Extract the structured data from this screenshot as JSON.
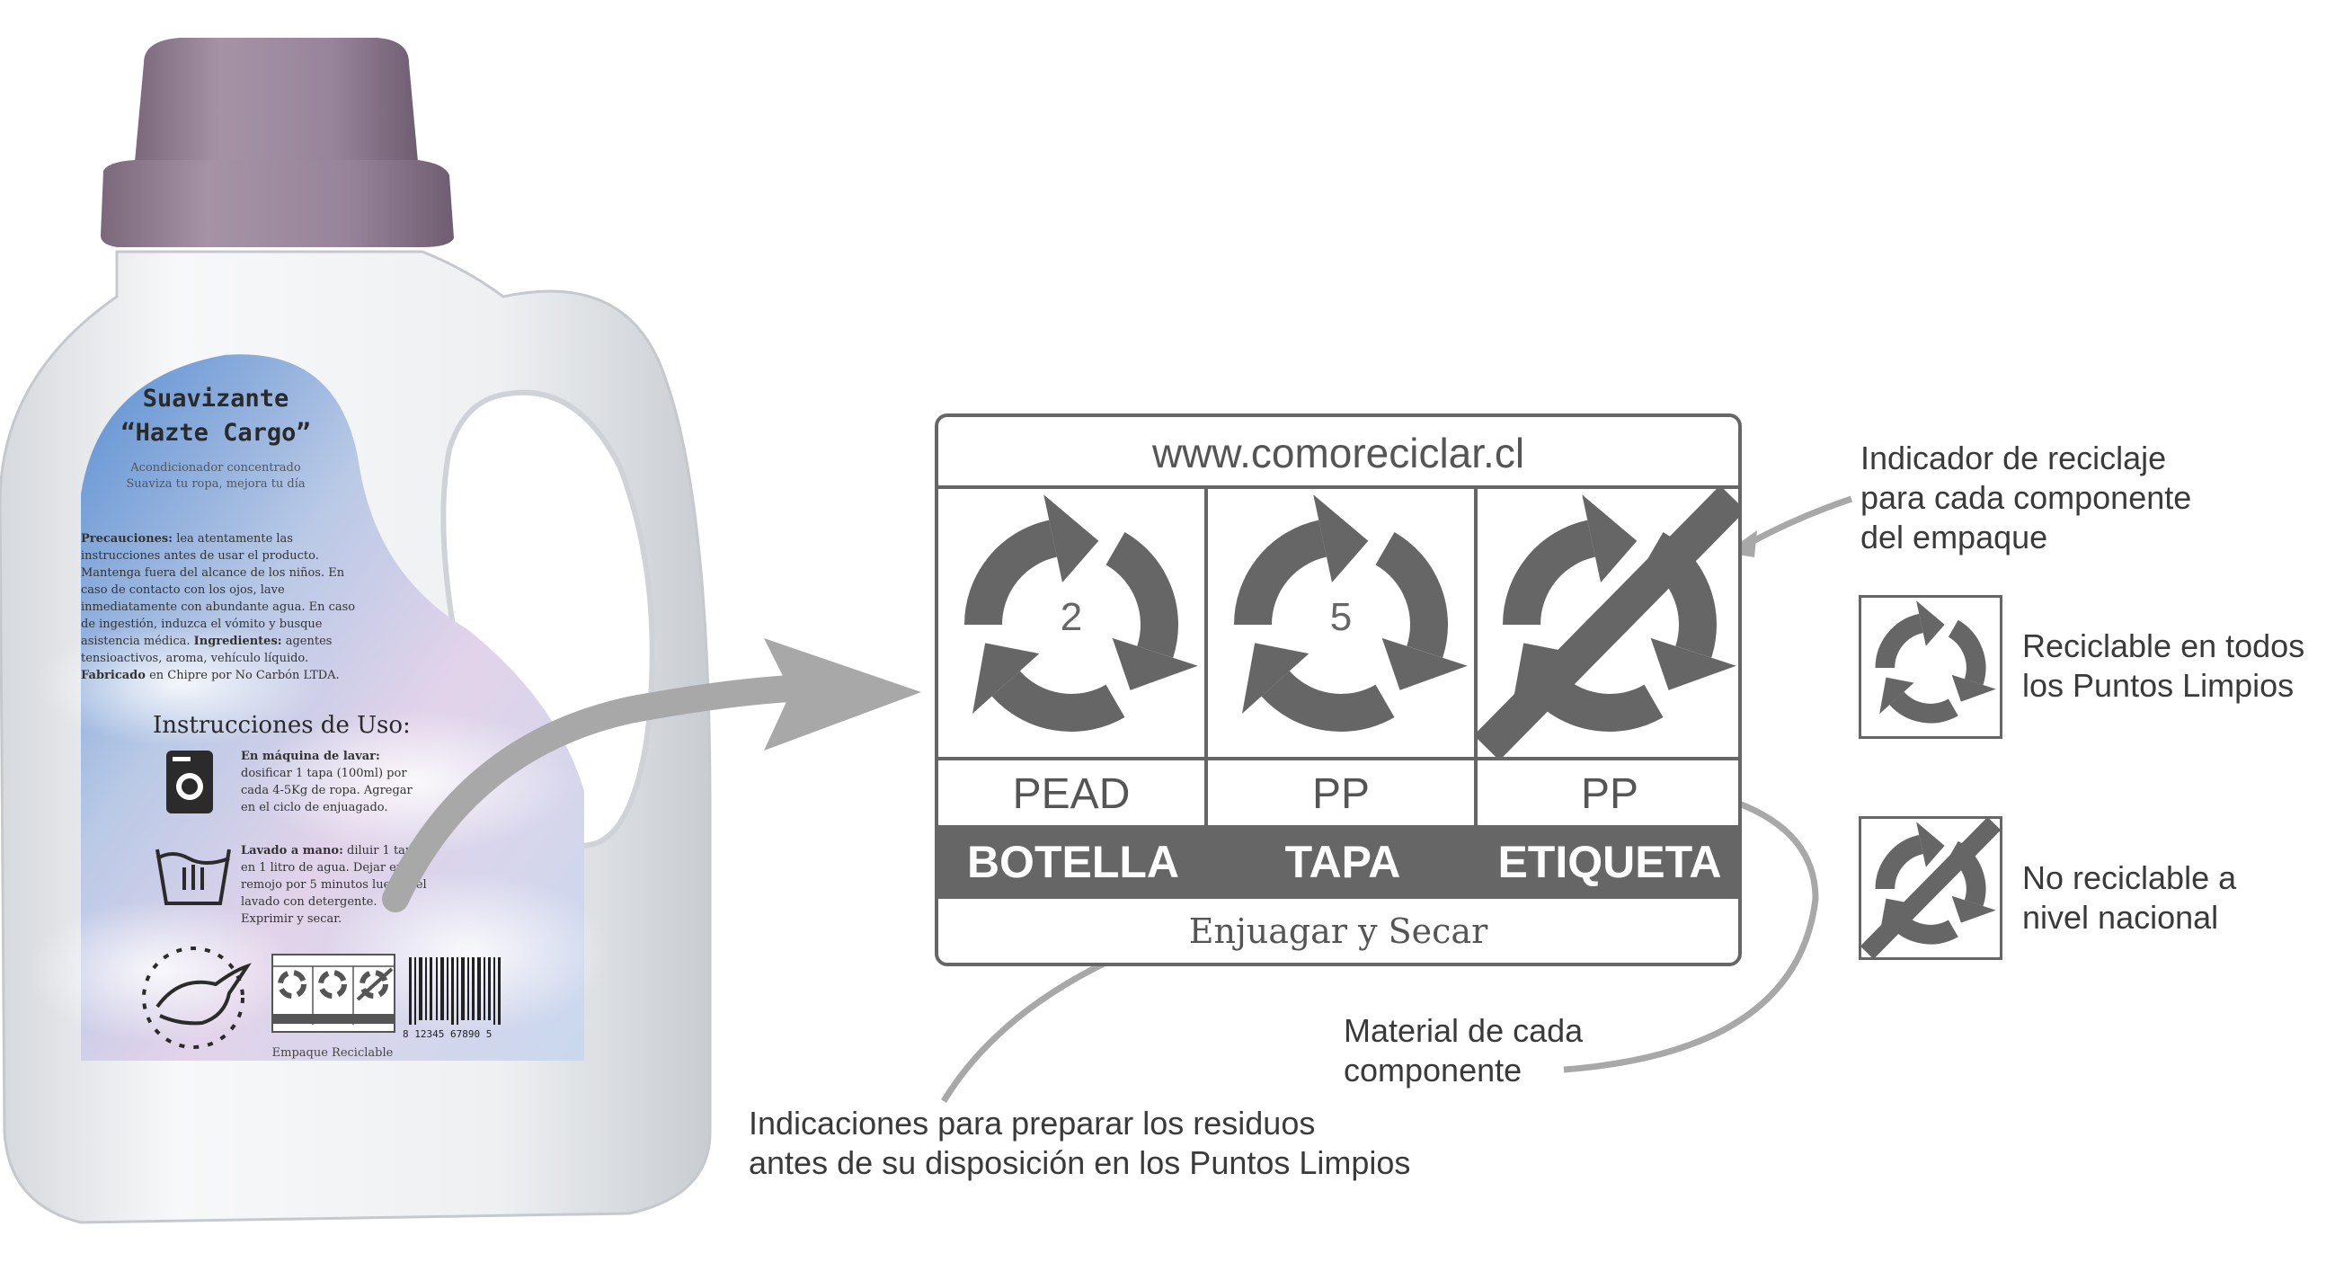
{
  "bottle": {
    "title_line1": "Suavizante",
    "title_line2": "“Hazte Cargo”",
    "subtitle_line1": "Acondicionador concentrado",
    "subtitle_line2": "Suaviza tu ropa, mejora tu día",
    "precautions_label": "Precauciones:",
    "precautions_text": "lea atentamente las instrucciones antes de usar el producto. Mantenga fuera del alcance de los niños. En caso de contacto con los ojos, lave inmediatamente con abundante agua. En caso de ingestión, induzca el vómito y busque asistencia médica.",
    "ingredients_label": "Ingredientes:",
    "ingredients_text": "agentes tensioactivos, aroma, vehículo líquido.",
    "made_label": "Fabricado",
    "made_text": "en Chipre por No Carbón LTDA.",
    "instructions_title": "Instrucciones de Uso:",
    "washing_machine_label": "En máquina de lavar:",
    "washing_machine_text": "dosificar 1 tapa (100ml) por cada 4-5Kg de ropa. Agregar en el ciclo de enjuagado.",
    "hand_wash_label": "Lavado a mano:",
    "hand_wash_text": "diluir 1 tapa en 1 litro de agua. Dejar en remojo por 5 minutos luego del lavado con detergente. Exprimir y secar.",
    "barcode_number": "8 12345 67890 5",
    "package_caption": "Empaque Reciclable"
  },
  "label": {
    "url": "www.comoreciclar.cl",
    "components": [
      {
        "code": "2",
        "material": "PEAD",
        "name": "BOTELLA",
        "recyclable": true
      },
      {
        "code": "5",
        "material": "PP",
        "name": "TAPA",
        "recyclable": true
      },
      {
        "code": "",
        "material": "PP",
        "name": "ETIQUETA",
        "recyclable": false
      }
    ],
    "footer": "Enjuagar y Secar"
  },
  "annotations": {
    "indicator_line1": "Indicador de reciclaje",
    "indicator_line2": "para cada componente",
    "indicator_line3": "del empaque",
    "recyclable_line1": "Reciclable en todos",
    "recyclable_line2": "los Puntos Limpios",
    "not_recyclable_line1": "No reciclable a",
    "not_recyclable_line2": "nivel nacional",
    "material_line1": "Material de cada",
    "material_line2": "componente",
    "prep_line1": "Indicaciones para preparar los residuos",
    "prep_line2": "antes de su disposición en los Puntos Limpios"
  },
  "colors": {
    "label_gray": "#666666",
    "cap_purple": "#8e7a8d",
    "arrow_gray": "#a8a8a8"
  }
}
